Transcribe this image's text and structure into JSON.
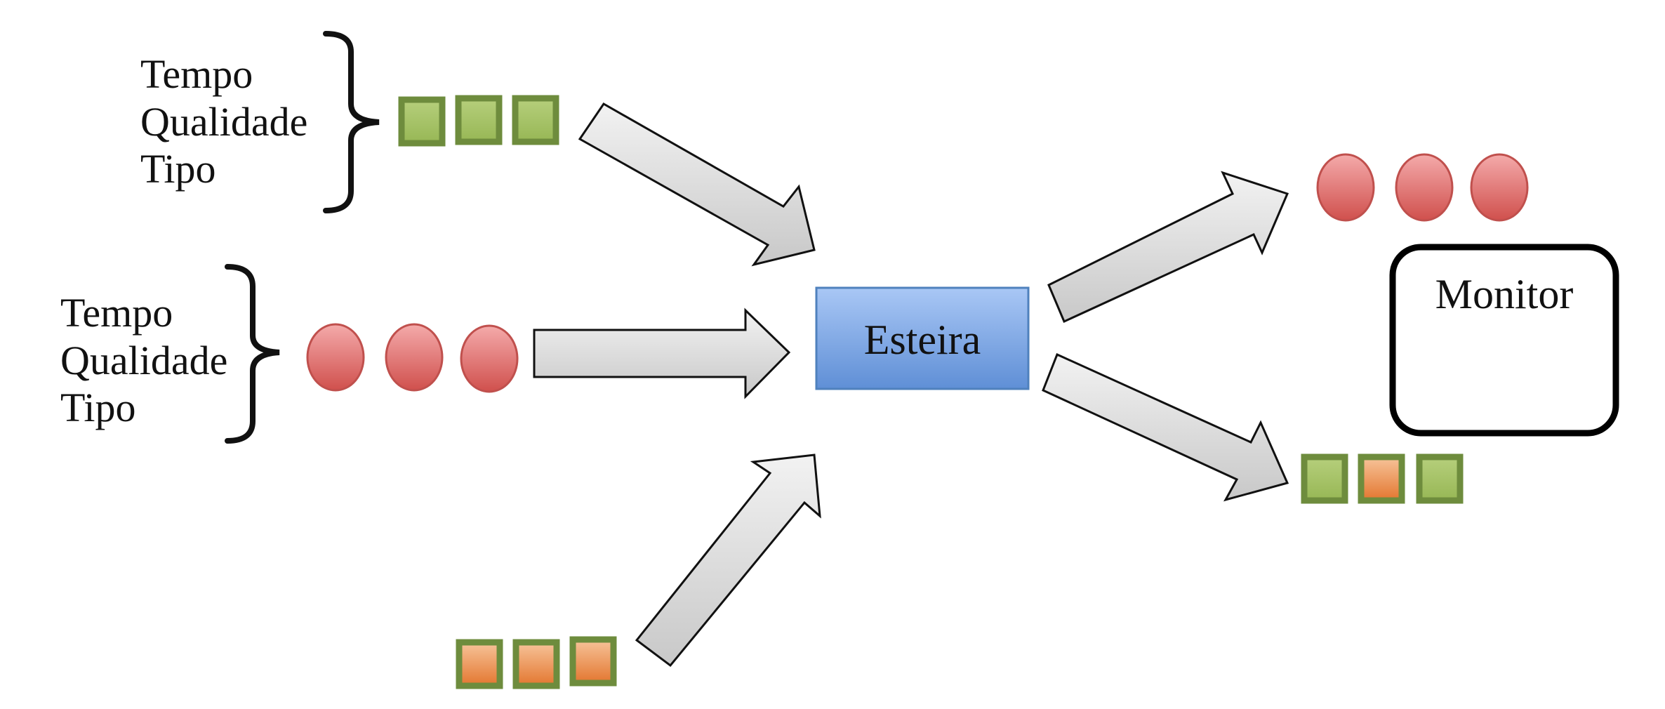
{
  "colors": {
    "green_fill": "#9bbb59",
    "green_border": "#6e8c3d",
    "orange_fill": "#e8874a",
    "orange_border": "#6e8c3d",
    "red_fill": "#e47a7a",
    "red_border": "#c0504d",
    "blue_fill": "#8db3e2",
    "blue_border": "#4f81bd",
    "arrow_fill": "#dcdcdc"
  },
  "input_top": {
    "attributes": [
      "Tempo",
      "Qualidade",
      "Tipo"
    ],
    "items": [
      "green-square",
      "green-square",
      "green-square"
    ]
  },
  "input_middle": {
    "attributes": [
      "Tempo",
      "Qualidade",
      "Tipo"
    ],
    "items": [
      "red-circle",
      "red-circle",
      "red-circle"
    ]
  },
  "input_bottom": {
    "items": [
      "orange-square",
      "orange-square",
      "orange-square"
    ]
  },
  "center": {
    "label": "Esteira"
  },
  "output_top": {
    "items": [
      "red-circle",
      "red-circle",
      "red-circle"
    ]
  },
  "output_bottom": {
    "items": [
      "green-square",
      "orange-square",
      "green-square"
    ]
  },
  "monitor": {
    "label": "Monitor"
  }
}
